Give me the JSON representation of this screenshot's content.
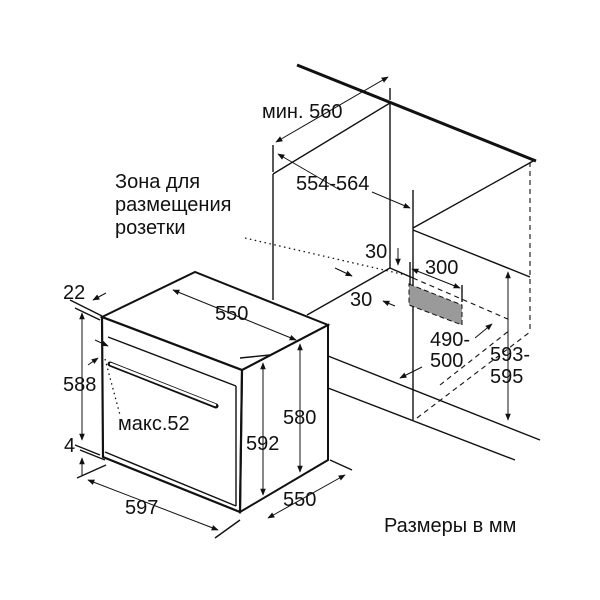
{
  "diagram": {
    "niche_labels": {
      "min_width": "мин. 560",
      "width_range": "554-564",
      "socket_zone_line1": "Зона для",
      "socket_zone_line2": "размещения",
      "socket_zone_line3": "розетки",
      "gap_top": "30",
      "opening_width": "300",
      "gap_side": "30",
      "depth_line1": "490-",
      "depth_line2": "500",
      "height_line1": "593-",
      "height_line2": "595"
    },
    "oven_labels": {
      "front_offset": "22",
      "top_depth": "550",
      "front_height": "588",
      "handle_max": "макс.52",
      "body_height": "580",
      "side_height": "592",
      "bottom_offset": "4",
      "front_width": "597",
      "bottom_depth": "550"
    },
    "units_note": "Размеры в мм",
    "colors": {
      "line": "#111111",
      "socket_plate": "#9a9a9a"
    }
  }
}
